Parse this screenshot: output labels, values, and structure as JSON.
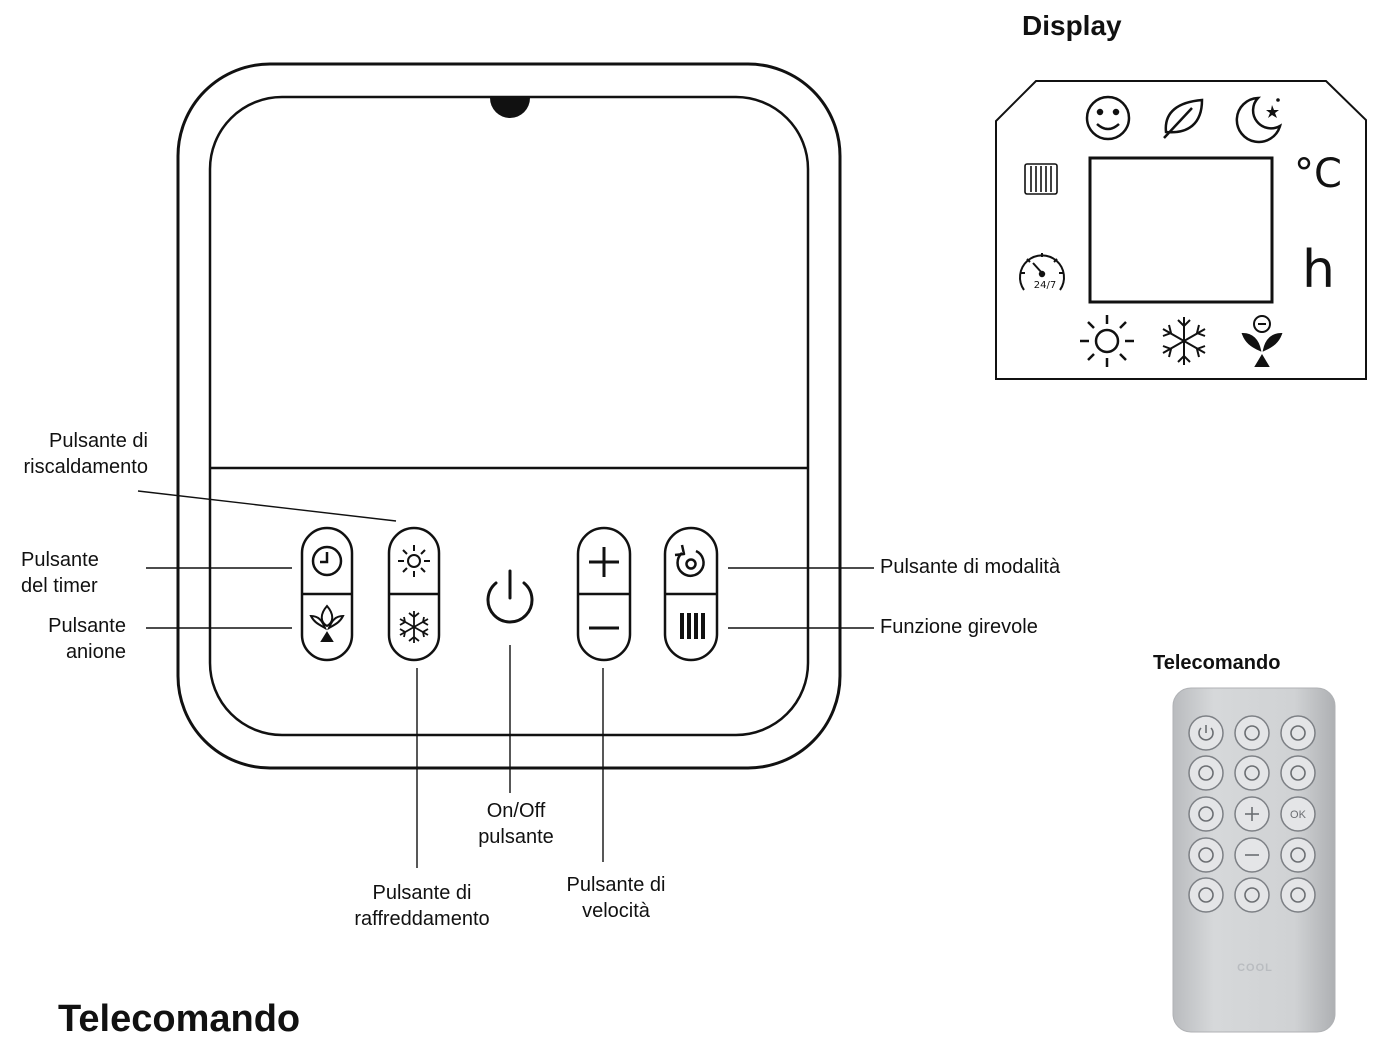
{
  "titles": {
    "display": "Display",
    "remote": "Telecomando",
    "heading": "Telecomando"
  },
  "display": {
    "unit_celsius": "°C",
    "unit_hours": "h",
    "badge_24_7": "24/7"
  },
  "labels": {
    "heating": [
      "Pulsante di",
      "riscaldamento"
    ],
    "timer": [
      "Pulsante",
      "del timer"
    ],
    "anion": [
      "Pulsante",
      "anione"
    ],
    "cooling": [
      "Pulsante di",
      "raffreddamento"
    ],
    "onoff": [
      "On/Off",
      "pulsante"
    ],
    "speed": [
      "Pulsante di",
      "velocità"
    ],
    "mode": "Pulsante di modalità",
    "swing": "Funzione girevole"
  },
  "remote": {
    "ok_label": "OK",
    "brand": "COOL"
  },
  "icons": [
    "clock-icon",
    "sun-icon",
    "anion-icon",
    "snowflake-icon",
    "power-icon",
    "plus-icon",
    "minus-icon",
    "mode-icon",
    "swing-icon",
    "smiley-icon",
    "leaf-icon",
    "moon-icon",
    "heater-icon",
    "gauge-icon"
  ],
  "colors": {
    "line": "#111111",
    "remote_body": "#c9cbce",
    "remote_button": "#e2e3e5"
  }
}
